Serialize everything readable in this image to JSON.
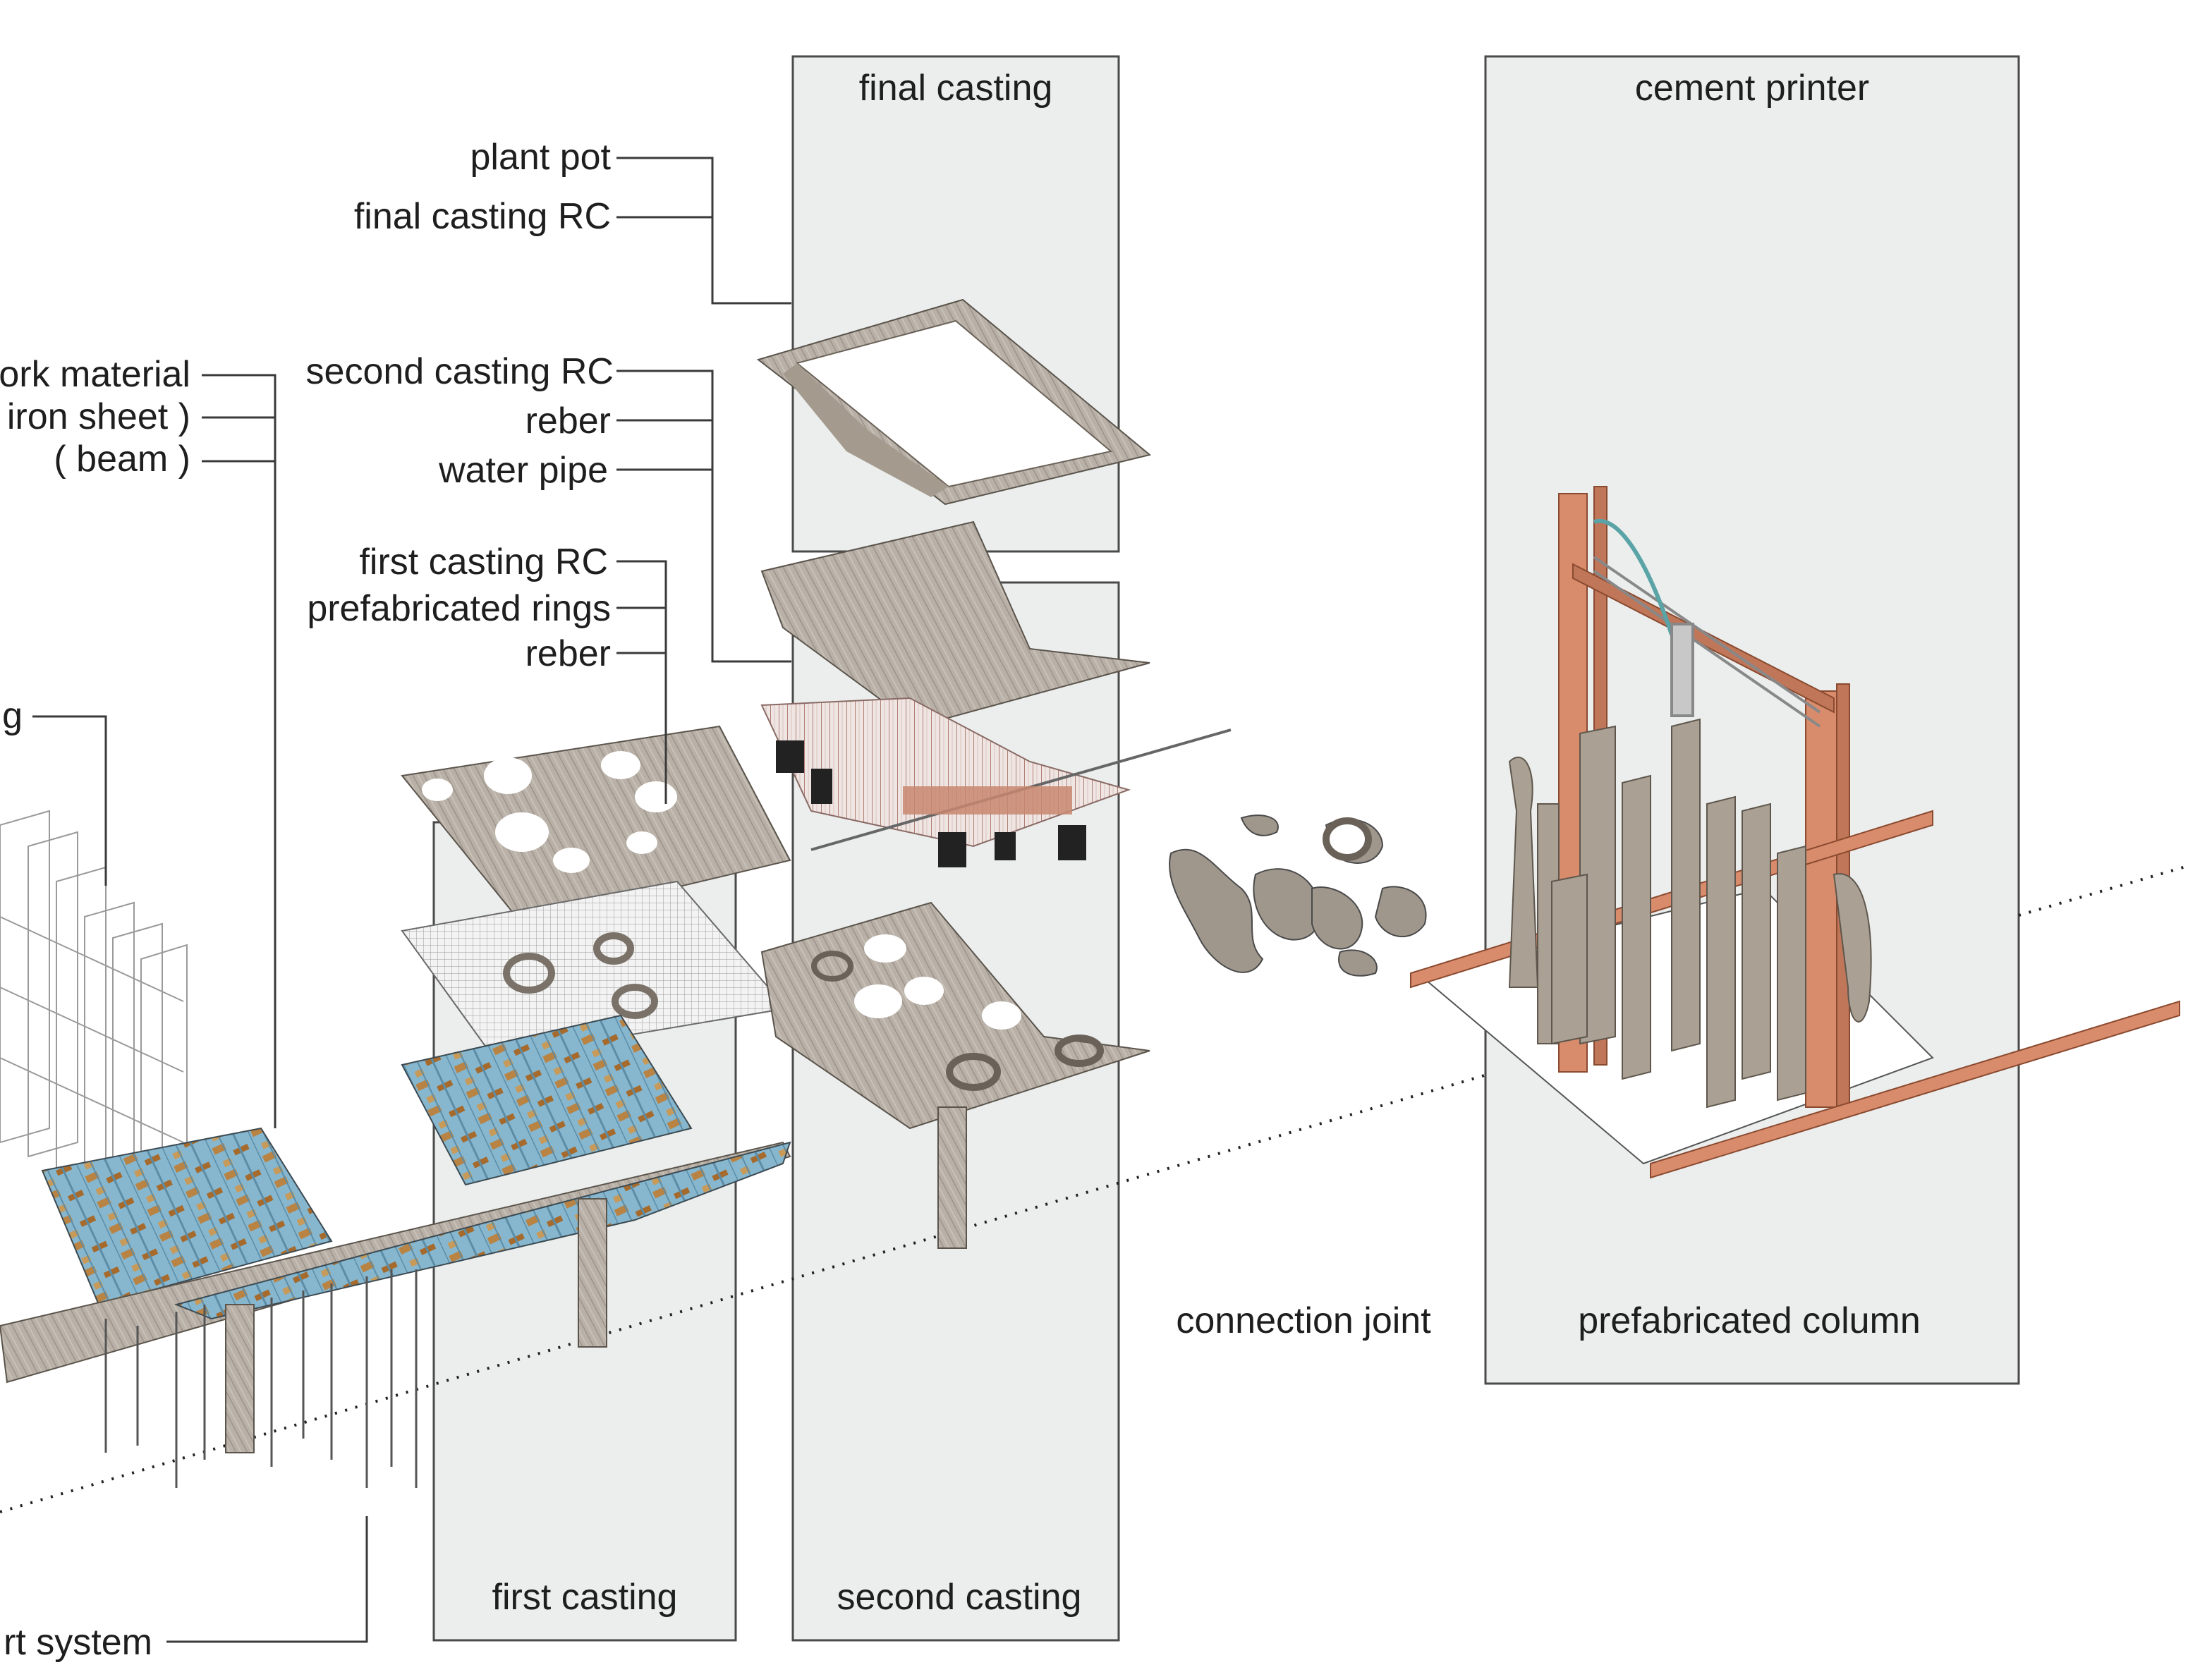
{
  "panels": {
    "final_casting": "final casting",
    "cement_printer": "cement printer",
    "first_casting": "first casting",
    "second_casting": "second casting",
    "prefabricated_column": "prefabricated column",
    "connection_joint": "connection joint"
  },
  "callouts": {
    "plant_pot": "plant pot",
    "final_casting_rc": "final casting RC",
    "formwork_material": "ork material",
    "iron_sheet": "iron sheet )",
    "beam": "( beam )",
    "second_casting_rc": "second casting RC",
    "reber_second": "reber",
    "water_pipe": "water pipe",
    "first_casting_rc": "first casting RC",
    "prefabricated_rings": "prefabricated rings",
    "reber_first": "reber",
    "scaffolding_partial": "g",
    "support_system": "rt system"
  },
  "colors": {
    "panel_fill": "#ebeeed",
    "panel_stroke": "#4a4a4a",
    "concrete": "#b8b0a6",
    "concrete_dark": "#8c847a",
    "copper": "#d98c6c",
    "copper_dark": "#a6583a",
    "rust_sheet": "#7fb0c8",
    "rust_spot": "#b57a35",
    "leader": "#3a3a3a"
  }
}
